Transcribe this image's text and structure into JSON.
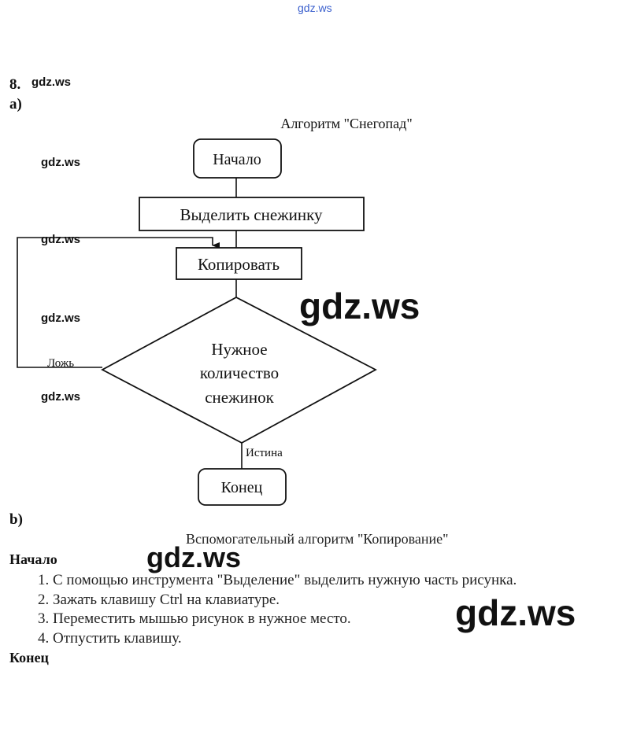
{
  "watermark": {
    "text": "gdz.ws"
  },
  "task": {
    "number": "8.",
    "part_a": "a)",
    "part_b": "b)"
  },
  "flowchart": {
    "title": "Алгоритм \"Снегопад\"",
    "start": "Начало",
    "step1": "Выделить снежинку",
    "step2": "Копировать",
    "condition": [
      "Нужное",
      "количество",
      "снежинок"
    ],
    "false_label": "Ложь",
    "true_label": "Истина",
    "end": "Конец"
  },
  "helper": {
    "title": "Вспомогательный алгоритм \"Копирование\"",
    "begin": "Начало",
    "steps": [
      "1. С помощью инструмента \"Выделение\" выделить нужную часть рисунка.",
      "2. Зажать клавишу Ctrl на клавиатуре.",
      "3. Переместить мышью рисунок в нужное место.",
      "4. Отпустить клавишу."
    ],
    "end": "Конец"
  }
}
